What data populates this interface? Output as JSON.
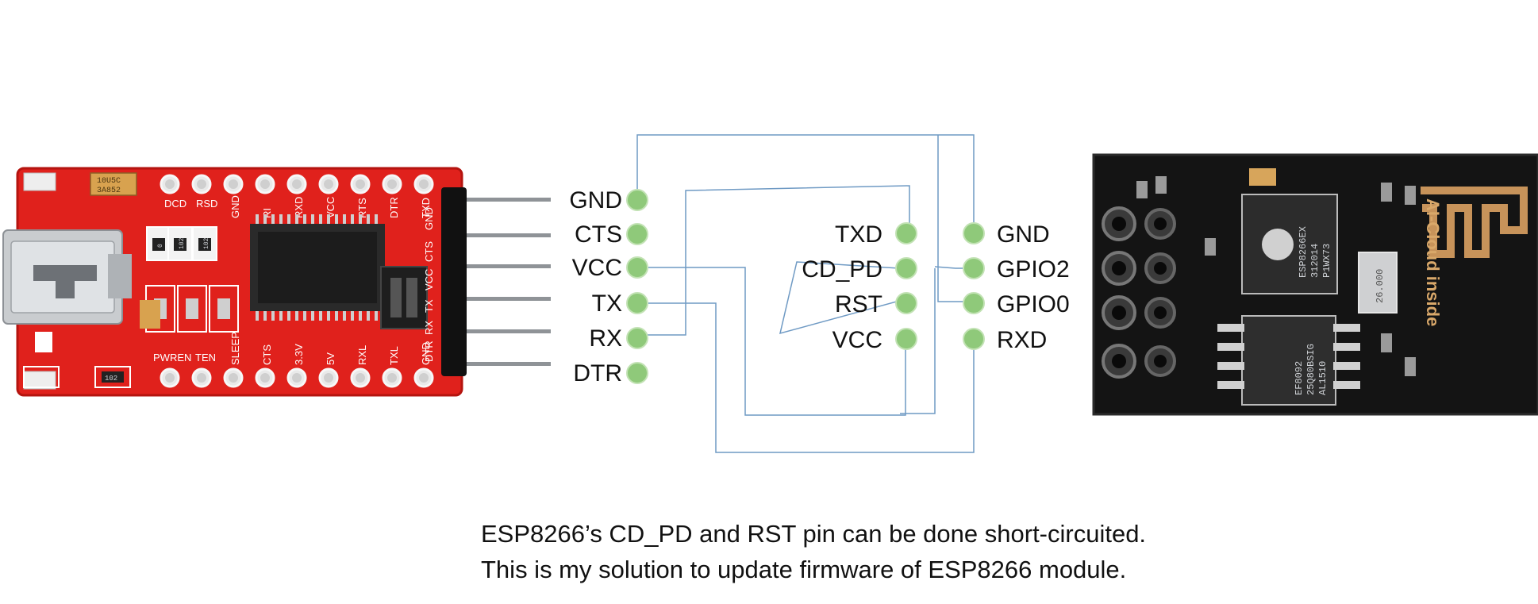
{
  "colors": {
    "pin_dot": "#8fc97a",
    "wire": "#6f9ac4",
    "ftdi_board": "#e0211c",
    "esp_board": "#141414",
    "antenna_trace": "#c7935a"
  },
  "ftdi": {
    "top_header_labels": [
      "DCD",
      "RSD",
      "GND",
      "RI",
      "RXD",
      "VCC",
      "RTS",
      "DTR",
      "TXD"
    ],
    "bottom_header_labels": [
      "PWREN",
      "TEN",
      "SLEEP",
      "CTS",
      "3.3V",
      "5V",
      "RXL",
      "TXL",
      "GND"
    ],
    "side_labels": [
      "GND",
      "CTS",
      "VCC",
      "TX",
      "RX",
      "DTR"
    ],
    "capacitor_text": [
      "10U5C",
      "3A852"
    ],
    "resistor_texts": [
      "0",
      "102",
      "102"
    ],
    "led_text": "102",
    "pins": [
      "GND",
      "CTS",
      "VCC",
      "TX",
      "RX",
      "DTR"
    ]
  },
  "esp_pins": {
    "left": [
      "TXD",
      "CD_PD",
      "RST",
      "VCC"
    ],
    "right": [
      "GND",
      "GPIO2",
      "GPIO0",
      "RXD"
    ]
  },
  "esp_module": {
    "chip_text": [
      "ESP8266EX",
      "312014",
      "P1WX73"
    ],
    "flash_text": [
      "EF8092",
      "25Q80BSIG",
      "AL1510"
    ],
    "crystal_text": [
      "26.000"
    ],
    "antenna_text": "AI-Cloud inside"
  },
  "caption": {
    "line1": "ESP8266’s CD_PD and RST pin can be done short-circuited.",
    "line2": "This is my solution to update firmware of ESP8266 module."
  }
}
